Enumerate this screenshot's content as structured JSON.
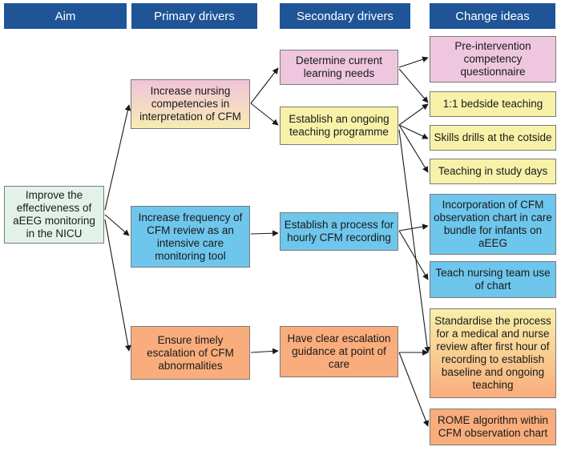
{
  "headers": {
    "aim": "Aim",
    "primary": "Primary drivers",
    "secondary": "Secondary drivers",
    "change": "Change ideas"
  },
  "aim": "Improve the effectiveness of aEEG monitoring in the NICU",
  "primary": [
    "Increase nursing competencies in interpretation of CFM",
    "Increase frequency of CFM review as an intensive care monitoring tool",
    "Ensure timely escalation of CFM abnormalities"
  ],
  "secondary": [
    "Determine current learning needs",
    "Establish an ongoing teaching programme",
    "Establish a process for hourly CFM  recording",
    "Have clear escalation guidance at point of care"
  ],
  "change": [
    "Pre-intervention competency questionnaire",
    "1:1 bedside teaching",
    "Skills drills at the cotside",
    "Teaching in study days",
    "Incorporation of CFM observation chart in care bundle for infants on aEEG",
    "Teach nursing team use of chart",
    "Standardise the process for a medical and nurse review after first hour of recording to establish baseline and ongoing teaching",
    "ROME algorithm within CFM observation chart"
  ],
  "colors": {
    "header": "#1f5597",
    "aim": "#e3f2e8",
    "pink": "#eec7df",
    "yellow": "#f7f2a8",
    "blue": "#6ec6ec",
    "orange": "#f9ad7c"
  }
}
